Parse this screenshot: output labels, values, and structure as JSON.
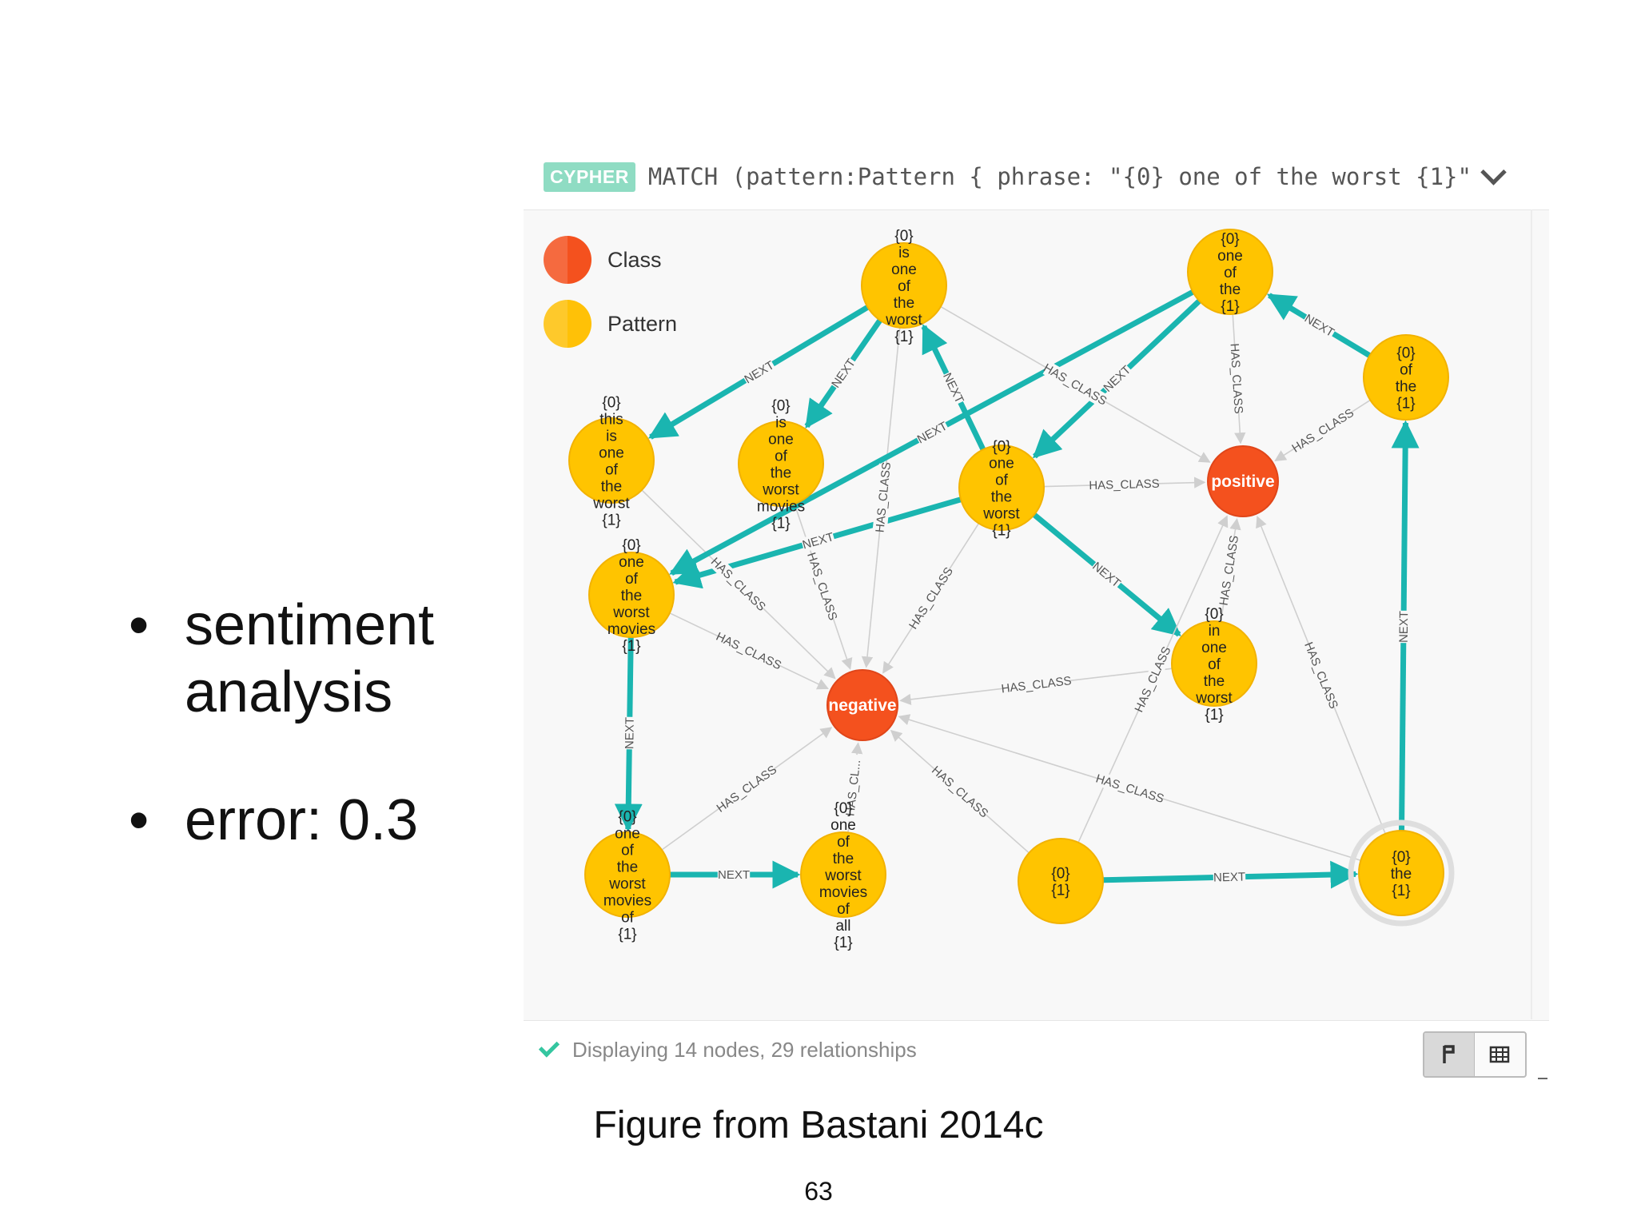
{
  "slide": {
    "bullets": [
      "sentiment analysis",
      "error: 0.3"
    ],
    "bullet_symbol": "•",
    "caption": "Figure from Bastani 2014c",
    "page_number": "63"
  },
  "browser": {
    "cypher_tag": "CYPHER",
    "query": "MATCH (pattern:Pattern { phrase: \"{0} one of the worst {1}\"",
    "status_text": "Displaying 14 nodes, 29 relationships",
    "view_buttons": [
      "graph-view",
      "table-view"
    ]
  },
  "legend": [
    {
      "id": "class",
      "label": "Class",
      "color": "#f4511e"
    },
    {
      "id": "pattern",
      "label": "Pattern",
      "color": "#ffc107"
    }
  ],
  "colors": {
    "class_node": "#f4511e",
    "class_node_stroke": "#e0461a",
    "pattern_node": "#ffc400",
    "pattern_node_stroke": "#f2b200",
    "next_edge": "#1ab5b0",
    "has_class_edge": "#cfcfcf",
    "edge_label": "#555555"
  },
  "nodes": [
    {
      "id": "n1",
      "type": "Pattern",
      "lines": [
        "{0}",
        "is",
        "one",
        "of",
        "the",
        "worst",
        "{1}"
      ]
    },
    {
      "id": "n2",
      "type": "Pattern",
      "lines": [
        "{0}",
        "one",
        "of",
        "the",
        "{1}"
      ]
    },
    {
      "id": "n3",
      "type": "Pattern",
      "lines": [
        "{0}",
        "of",
        "the",
        "{1}"
      ]
    },
    {
      "id": "n4",
      "type": "Pattern",
      "lines": [
        "{0}",
        "this",
        "is",
        "one",
        "of",
        "the",
        "worst",
        "{1}"
      ]
    },
    {
      "id": "n5",
      "type": "Pattern",
      "lines": [
        "{0}",
        "is",
        "one",
        "of",
        "the",
        "worst",
        "movies",
        "{1}"
      ]
    },
    {
      "id": "n6",
      "type": "Pattern",
      "lines": [
        "{0}",
        "one",
        "of",
        "the",
        "worst",
        "{1}"
      ]
    },
    {
      "id": "pos",
      "type": "Class",
      "lines": [
        "positive"
      ]
    },
    {
      "id": "n7",
      "type": "Pattern",
      "lines": [
        "{0}",
        "one",
        "of",
        "the",
        "worst",
        "movies",
        "{1}"
      ]
    },
    {
      "id": "n8",
      "type": "Pattern",
      "lines": [
        "{0}",
        "in",
        "one",
        "of",
        "the",
        "worst",
        "{1}"
      ]
    },
    {
      "id": "neg",
      "type": "Class",
      "lines": [
        "negative"
      ]
    },
    {
      "id": "n9",
      "type": "Pattern",
      "lines": [
        "{0}",
        "one",
        "of",
        "the",
        "worst",
        "movies",
        "of",
        "{1}"
      ]
    },
    {
      "id": "n10",
      "type": "Pattern",
      "lines": [
        "{0}",
        "one",
        "of",
        "the",
        "worst",
        "movies",
        "of",
        "all",
        "{1}"
      ]
    },
    {
      "id": "n11",
      "type": "Pattern",
      "lines": [
        "{0}",
        "{1}"
      ]
    },
    {
      "id": "n12",
      "type": "Pattern",
      "lines": [
        "{0}",
        "the",
        "{1}"
      ],
      "selected": true
    }
  ],
  "edges": [
    {
      "from": "n1",
      "to": "n4",
      "type": "NEXT",
      "label": "NEXT"
    },
    {
      "from": "n1",
      "to": "n5",
      "type": "NEXT",
      "label": "NEXT"
    },
    {
      "from": "n6",
      "to": "n1",
      "type": "NEXT",
      "label": "NEXT"
    },
    {
      "from": "n2",
      "to": "n6",
      "type": "NEXT",
      "label": "NEXT"
    },
    {
      "from": "n3",
      "to": "n2",
      "type": "NEXT",
      "label": "NEXT"
    },
    {
      "from": "n6",
      "to": "n7",
      "type": "NEXT",
      "label": "NEXT"
    },
    {
      "from": "n6",
      "to": "n8",
      "type": "NEXT",
      "label": "NEXT"
    },
    {
      "from": "n7",
      "to": "n9",
      "type": "NEXT",
      "label": "NEXT"
    },
    {
      "from": "n9",
      "to": "n10",
      "type": "NEXT",
      "label": "NEXT"
    },
    {
      "from": "n11",
      "to": "n12",
      "type": "NEXT",
      "label": "NEXT"
    },
    {
      "from": "n12",
      "to": "n3",
      "type": "NEXT",
      "label": "NEXT"
    },
    {
      "from": "n1",
      "to": "pos",
      "type": "HAS_CLASS",
      "label": "HAS_CLASS"
    },
    {
      "from": "n1",
      "to": "neg",
      "type": "HAS_CLASS",
      "label": "HAS_CLASS"
    },
    {
      "from": "n2",
      "to": "pos",
      "type": "HAS_CLASS",
      "label": "HAS_CLASS"
    },
    {
      "from": "n3",
      "to": "pos",
      "type": "HAS_CLASS",
      "label": "HAS_CLASS"
    },
    {
      "from": "n4",
      "to": "neg",
      "type": "HAS_CLASS",
      "label": "HAS_CLASS"
    },
    {
      "from": "n5",
      "to": "neg",
      "type": "HAS_CLASS",
      "label": "HAS_CLASS"
    },
    {
      "from": "n6",
      "to": "pos",
      "type": "HAS_CLASS",
      "label": "HAS_CLASS"
    },
    {
      "from": "n6",
      "to": "neg",
      "type": "HAS_CLASS",
      "label": "HAS_CLASS"
    },
    {
      "from": "n7",
      "to": "neg",
      "type": "HAS_CLASS",
      "label": "HAS_CLASS"
    },
    {
      "from": "n8",
      "to": "pos",
      "type": "HAS_CLASS",
      "label": "HAS_CLASS"
    },
    {
      "from": "n8",
      "to": "neg",
      "type": "HAS_CLASS",
      "label": "HAS_CLASS"
    },
    {
      "from": "n9",
      "to": "neg",
      "type": "HAS_CLASS",
      "label": "HAS_CLASS"
    },
    {
      "from": "n10",
      "to": "neg",
      "type": "HAS_CLASS",
      "label": "HAS_CL..."
    },
    {
      "from": "n11",
      "to": "neg",
      "type": "HAS_CLASS",
      "label": "HAS_CLASS"
    },
    {
      "from": "n11",
      "to": "pos",
      "type": "HAS_CLASS",
      "label": "HAS_CLASS"
    },
    {
      "from": "n12",
      "to": "neg",
      "type": "HAS_CLASS",
      "label": "HAS_CLASS"
    },
    {
      "from": "n12",
      "to": "pos",
      "type": "HAS_CLASS",
      "label": "HAS_CLASS"
    },
    {
      "from": "n2",
      "to": "n7",
      "type": "NEXT",
      "label": "NEXT"
    }
  ]
}
